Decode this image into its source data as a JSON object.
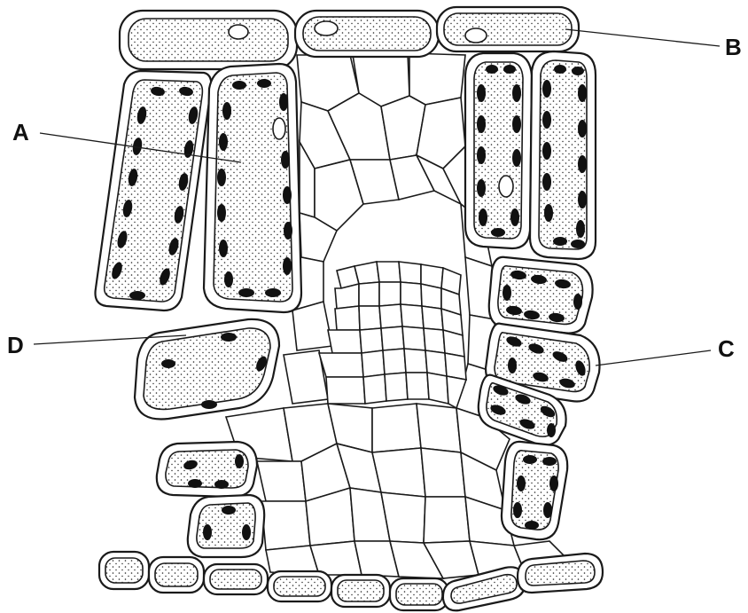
{
  "labels": {
    "a": "A",
    "b": "B",
    "c": "C",
    "d": "D"
  },
  "colors": {
    "line": "#1a1a1a",
    "chloroplast": "#111111",
    "background": "#ffffff"
  }
}
